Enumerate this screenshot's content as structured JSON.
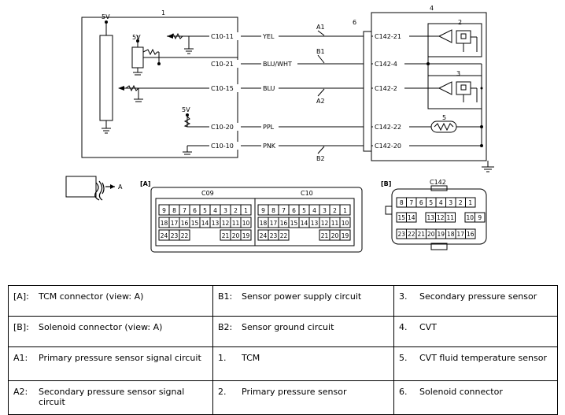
{
  "diagram": {
    "components": {
      "tcm_num": "1",
      "primary_num": "2",
      "secondary_num": "3",
      "cvt_num": "4",
      "fluid_num": "5",
      "solenoid_num": "6",
      "v5_a": "5V",
      "v5_b": "5V",
      "v5_c": "5V",
      "view_label": "A"
    },
    "wires": [
      {
        "tcm_pin": "C10-11",
        "color": "YEL",
        "circuit": "A1",
        "sol_pin": "C142-21"
      },
      {
        "tcm_pin": "C10-21",
        "color": "BLU/WHT",
        "circuit": "B1",
        "sol_pin": "C142-4"
      },
      {
        "tcm_pin": "C10-15",
        "color": "BLU",
        "circuit": "A2",
        "sol_pin": "C142-2"
      },
      {
        "tcm_pin": "C10-20",
        "color": "PPL",
        "circuit": "",
        "sol_pin": "C142-22"
      },
      {
        "tcm_pin": "C10-10",
        "color": "PNK",
        "circuit": "B2",
        "sol_pin": "C142-20"
      }
    ],
    "tcm_connector": {
      "tag": "[A]",
      "c09_label": "C09",
      "c10_label": "C10",
      "row1": [
        "9",
        "8",
        "7",
        "6",
        "5",
        "4",
        "3",
        "2",
        "1"
      ],
      "row2": [
        "18",
        "17",
        "16",
        "15",
        "14",
        "13",
        "12",
        "11",
        "10"
      ],
      "row3_left": [
        "24",
        "23",
        "22"
      ],
      "row3_right": [
        "21",
        "20",
        "19"
      ]
    },
    "solenoid_connector": {
      "tag": "[B]",
      "label": "C142",
      "row1": [
        "8",
        "7",
        "6",
        "5",
        "4",
        "3",
        "2",
        "1"
      ],
      "row2_left": [
        "15",
        "14"
      ],
      "row2_mid": [
        "13",
        "12",
        "11"
      ],
      "row2_right": [
        "10",
        "9"
      ],
      "row3": [
        "23",
        "22",
        "21",
        "20",
        "19",
        "18",
        "17",
        "16"
      ]
    }
  },
  "legend": [
    {
      "k1": "[A]:",
      "v1": "TCM connector (view: A)",
      "k2": "B1:",
      "v2": "Sensor power supply circuit",
      "k3": "3.",
      "v3": "Secondary pressure sensor"
    },
    {
      "k1": "[B]:",
      "v1": "Solenoid connector (view: A)",
      "k2": "B2:",
      "v2": "Sensor ground circuit",
      "k3": "4.",
      "v3": "CVT"
    },
    {
      "k1": "A1:",
      "v1": "Primary pressure sensor signal circuit",
      "k2": "1.",
      "v2": "TCM",
      "k3": "5.",
      "v3": "CVT fluid temperature sensor"
    },
    {
      "k1": "A2:",
      "v1": "Secondary pressure sensor signal circuit",
      "k2": "2.",
      "v2": "Primary pressure sensor",
      "k3": "6.",
      "v3": "Solenoid connector"
    }
  ]
}
